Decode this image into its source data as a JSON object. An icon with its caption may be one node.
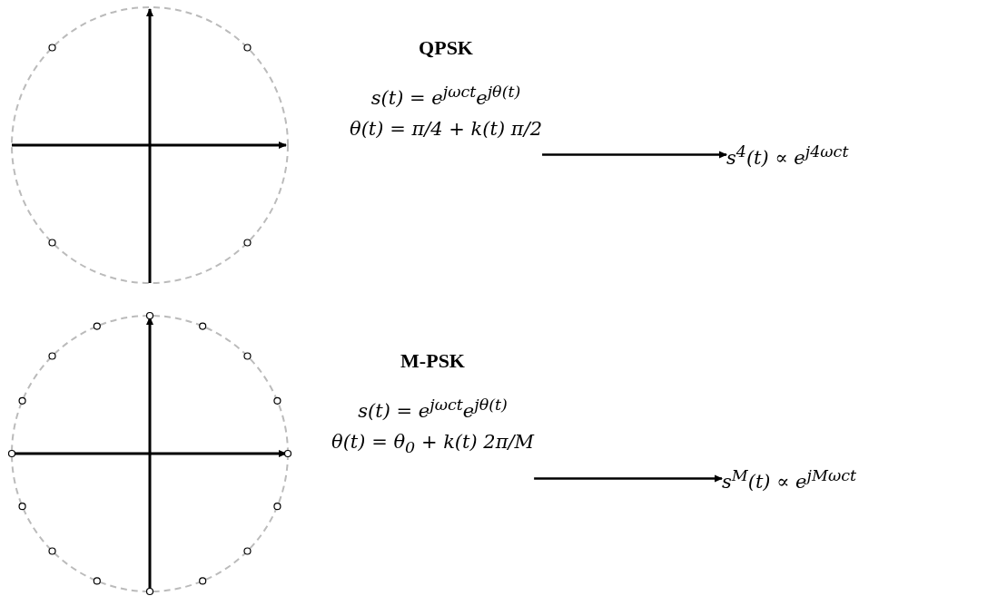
{
  "diagram": {
    "nodes": [
      {
        "text": [
          "QPSK",
          "s(t) = e$^{jωct}$e$^{jθ(t)}$",
          "θ(t) = π/4 + k(t) π/2"
        ]
      },
      {
        "text": [
          "s$^{4}$(t) ∝ e$^{j4ωct}$"
        ]
      },
      {
        "text": [
          "M-PSK",
          "s(t) = e$^{jωct}$e$^{jθ(t)}$",
          "θ(t) = θ$_{0}$ + k(t) 2π/M"
        ]
      },
      {
        "text": [
          "s$^{M}$(t) ∝ e$^{jMωct}$"
        ]
      }
    ],
    "edges": [
      {
        "from": 0,
        "to": 1,
        "arrow": "to"
      },
      {
        "from": 2,
        "to": 3,
        "arrow": "to"
      }
    ]
  }
}
